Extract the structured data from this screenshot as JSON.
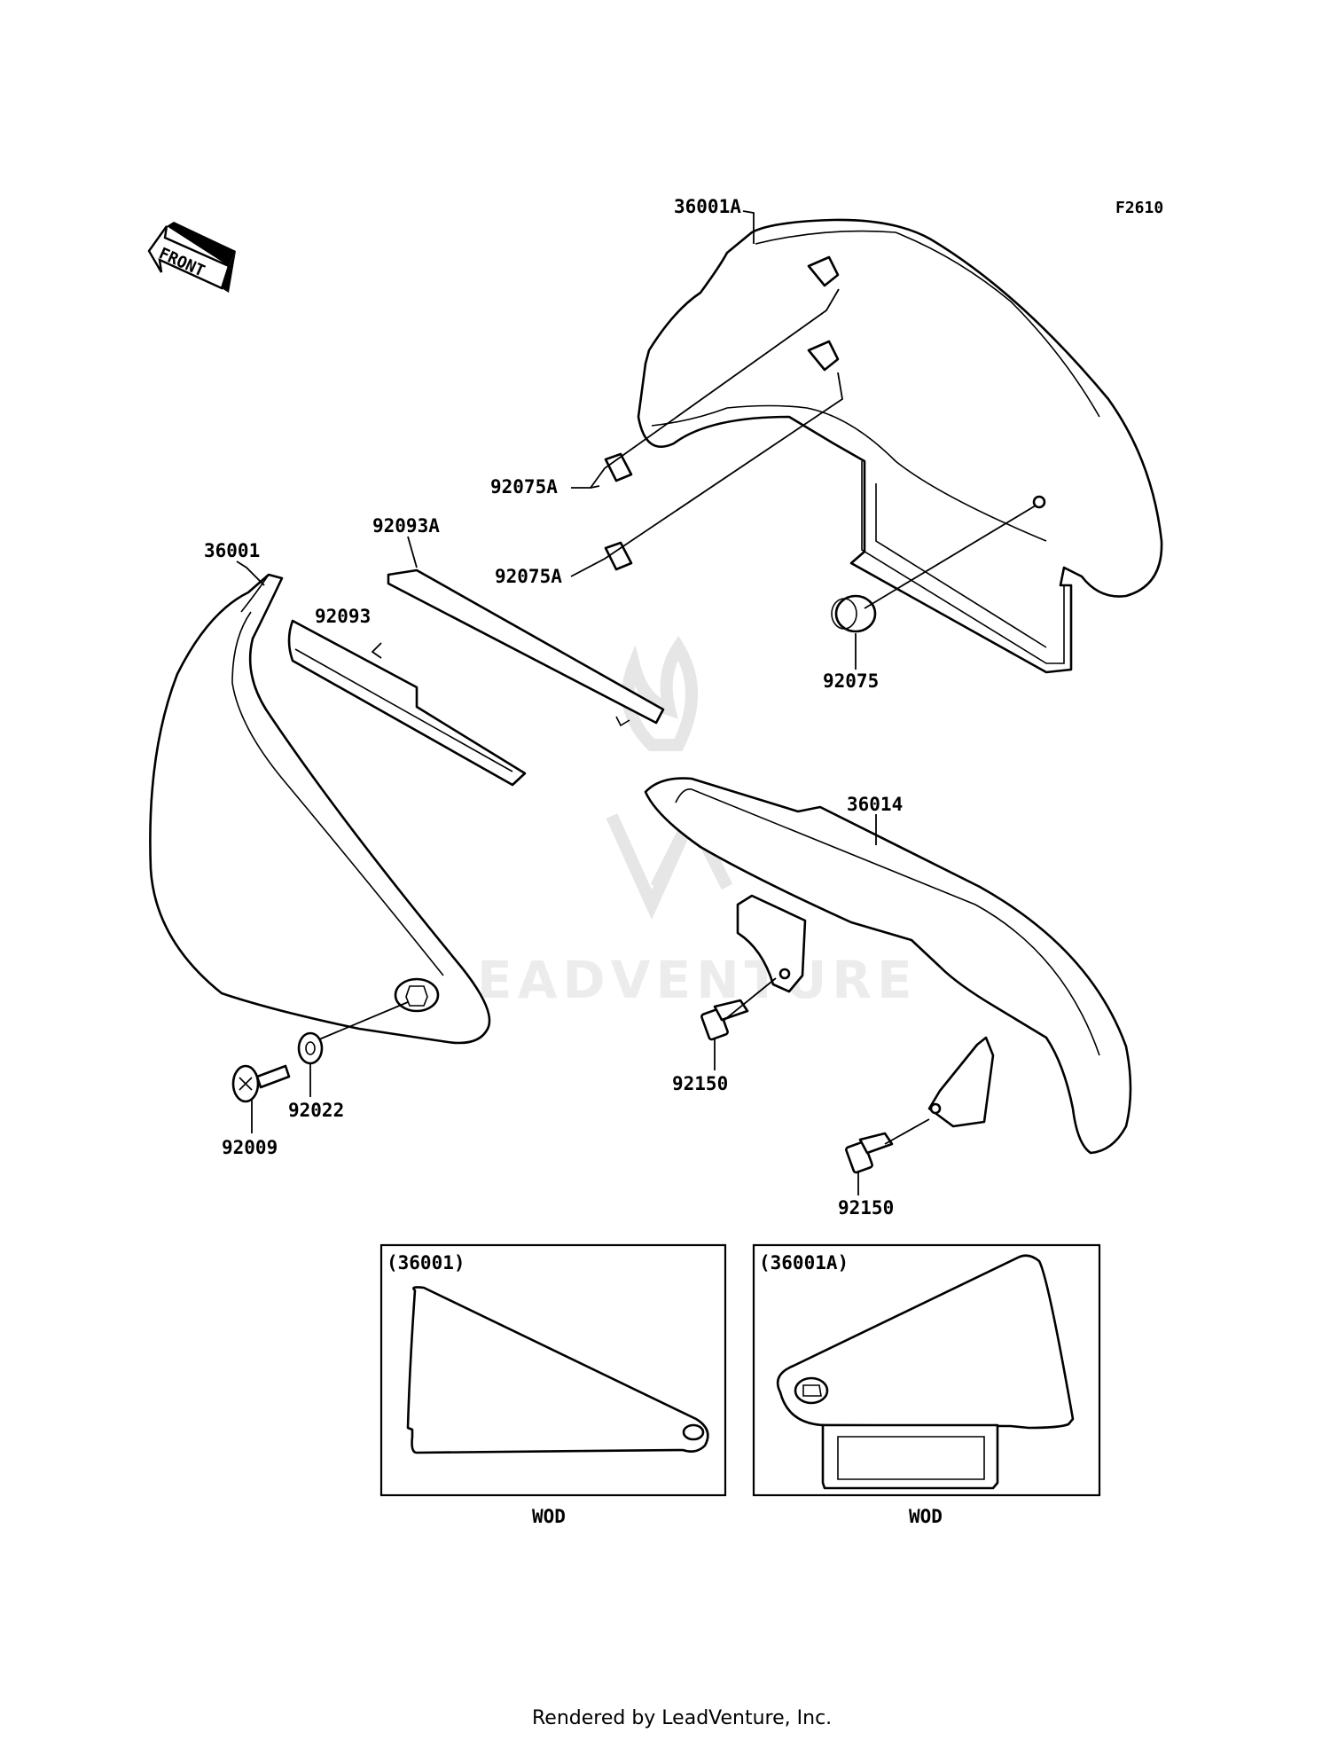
{
  "diagram": {
    "code": "F2610",
    "front_label": "FRONT",
    "labels": {
      "p36001A": "36001A",
      "p92075A_1": "92075A",
      "p92075A_2": "92075A",
      "p92093A": "92093A",
      "p36001": "36001",
      "p92093": "92093",
      "p92075": "92075",
      "p36014": "36014",
      "p92150_1": "92150",
      "p92150_2": "92150",
      "p92022": "92022",
      "p92009": "92009"
    },
    "inset_left": {
      "title": "(36001)",
      "caption": "WOD"
    },
    "inset_right": {
      "title": "(36001A)",
      "caption": "WOD"
    }
  },
  "watermark": "LEADVENTURE",
  "footer": "Rendered by LeadVenture, Inc."
}
